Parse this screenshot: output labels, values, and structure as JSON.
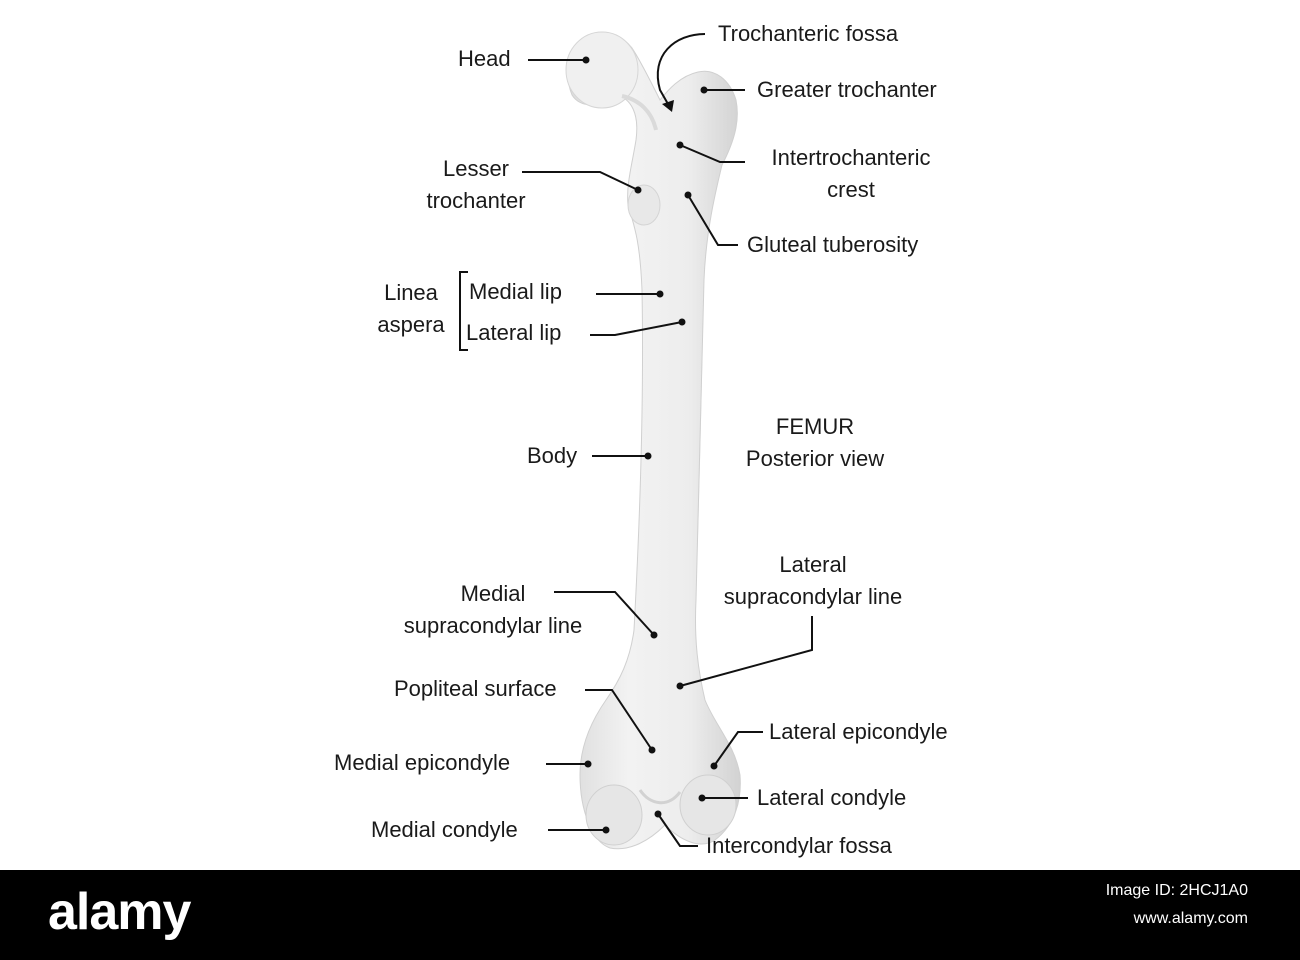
{
  "labels": {
    "head": "Head",
    "trochanteric_fossa": "Trochanteric fossa",
    "greater_trochanter": "Greater trochanter",
    "intertrochanteric_crest_1": "Intertrochanteric",
    "intertrochanteric_crest_2": "crest",
    "lesser_trochanter_1": "Lesser",
    "lesser_trochanter_2": "trochanter",
    "gluteal_tuberosity": "Gluteal tuberosity",
    "linea_aspera_1": "Linea",
    "linea_aspera_2": "aspera",
    "medial_lip": "Medial lip",
    "lateral_lip": "Lateral lip",
    "body": "Body",
    "medial_supracondylar_1": "Medial",
    "medial_supracondylar_2": "supracondylar line",
    "lateral_supracondylar_1": "Lateral",
    "lateral_supracondylar_2": "supracondylar  line",
    "popliteal_surface": "Popliteal surface",
    "medial_epicondyle": "Medial epicondyle",
    "lateral_epicondyle": "Lateral epicondyle",
    "lateral_condyle": "Lateral condyle",
    "medial_condyle": "Medial condyle",
    "intercondylar_fossa": "Intercondylar fossa"
  },
  "title": {
    "line1": "FEMUR",
    "line2": "Posterior view"
  },
  "footer": {
    "logo": "alamy",
    "image_id": "Image ID: 2HCJ1A0",
    "url": "www.alamy.com"
  },
  "colors": {
    "bone": "#ececec",
    "bone_shadow": "#d4d4d4",
    "line": "#111111",
    "footer_bg": "#000000"
  }
}
